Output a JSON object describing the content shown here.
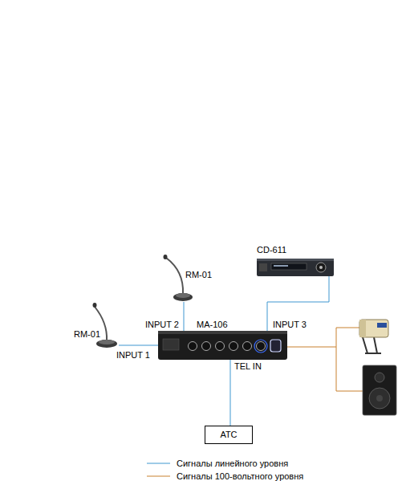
{
  "diagram": {
    "nodes": [
      {
        "text": [
          "RM-01"
        ]
      },
      {
        "text": [
          "RM-01"
        ]
      },
      {
        "text": [
          "CD-611"
        ]
      },
      {
        "text": [
          "MA-106"
        ]
      },
      {
        "text": [
          "АТС"
        ]
      }
    ],
    "edges": [
      {
        "from": 0,
        "to": 3,
        "label": "INPUT 1",
        "arrow": "none"
      },
      {
        "from": 1,
        "to": 3,
        "label": "INPUT 2",
        "arrow": "none"
      },
      {
        "from": 2,
        "to": 3,
        "label": "INPUT 3",
        "arrow": "none"
      },
      {
        "from": 4,
        "to": 3,
        "label": "TEL IN",
        "arrow": "none"
      }
    ],
    "legend": [
      {
        "text": "Сигналы линейного уровня"
      },
      {
        "text": "Сигналы 100-вольтного уровня"
      }
    ]
  }
}
